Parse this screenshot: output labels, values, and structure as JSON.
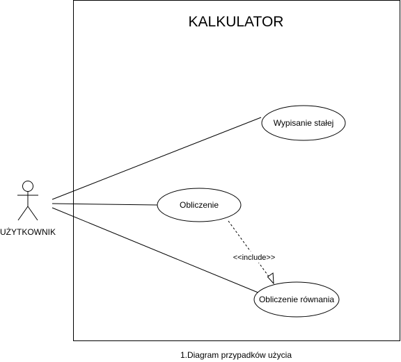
{
  "diagram": {
    "system_title": "KALKULATOR",
    "actor": {
      "name": "UŻYTKOWNIK"
    },
    "use_cases": [
      {
        "label": "Wypisanie stałej"
      },
      {
        "label": "Obliczenie"
      },
      {
        "label": "Obliczenie równania"
      }
    ],
    "include_label": "<<include>>",
    "caption": "1.Diagram przypadków użycia"
  }
}
